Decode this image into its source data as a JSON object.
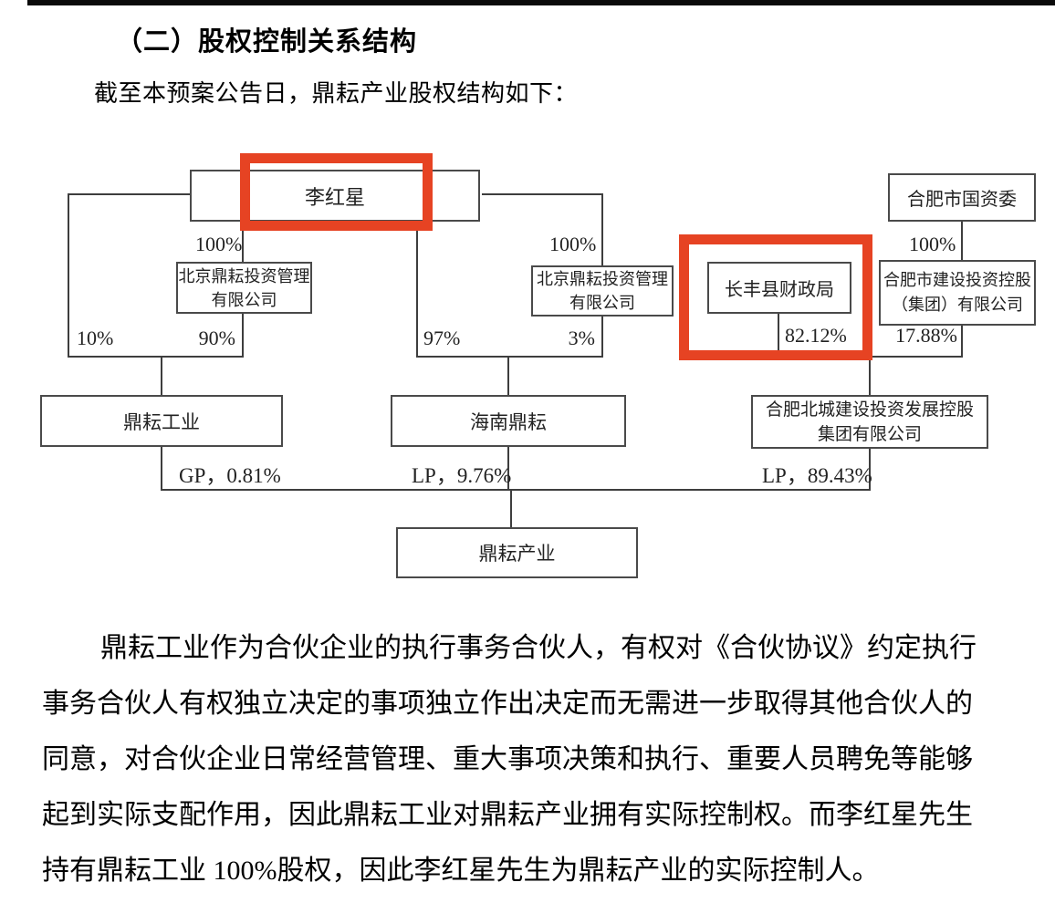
{
  "page": {
    "heading": "（二）股权控制关系结构",
    "intro": "截至本预案公告日，鼎耘产业股权结构如下：",
    "paragraph_lines": [
      "鼎耘工业作为合伙企业的执行事务合伙人，有权对《合伙协议》约定执行",
      "事务合伙人有权独立决定的事项独立作出决定而无需进一步取得其他合伙人的",
      "同意，对合伙企业日常经营管理、重大事项决策和执行、重要人员聘免等能够",
      "起到实际支配作用，因此鼎耘工业对鼎耘产业拥有实际控制权。而李红星先生",
      "持有鼎耘工业 100%股权，因此李红星先生为鼎耘产业的实际控制人。"
    ]
  },
  "diagram": {
    "highlight_color": "#e64323",
    "nodes": {
      "li_hongxing": {
        "lines": [
          "李红星"
        ]
      },
      "hefei_guoziwei": {
        "lines": [
          "合肥市国资委"
        ]
      },
      "beijing_dingyun_left": {
        "lines": [
          "北京鼎耘投资管理",
          "有限公司"
        ]
      },
      "beijing_dingyun_right": {
        "lines": [
          "北京鼎耘投资管理",
          "有限公司"
        ]
      },
      "changfeng_caizhengju": {
        "lines": [
          "长丰县财政局"
        ]
      },
      "hefei_jianshe_touzi": {
        "lines": [
          "合肥市建设投资控股",
          "（集团）有限公司"
        ]
      },
      "dingyun_gongye": {
        "lines": [
          "鼎耘工业"
        ]
      },
      "hainan_dingyun": {
        "lines": [
          "海南鼎耘"
        ]
      },
      "hefei_beicheng": {
        "lines": [
          "合肥北城建设投资发展控股",
          "集团有限公司"
        ]
      },
      "dingyun_chanye": {
        "lines": [
          "鼎耘产业"
        ]
      }
    },
    "labels": {
      "pct_100_left": "100%",
      "pct_100_mid": "100%",
      "pct_100_right": "100%",
      "pct_10": "10%",
      "pct_90": "90%",
      "pct_97": "97%",
      "pct_3": "3%",
      "pct_82_12": "82.12%",
      "pct_17_88": "17.88%",
      "gp_share": "GP，0.81%",
      "lp_share_hainan": "LP，9.76%",
      "lp_share_beicheng": "LP，89.43%"
    }
  }
}
